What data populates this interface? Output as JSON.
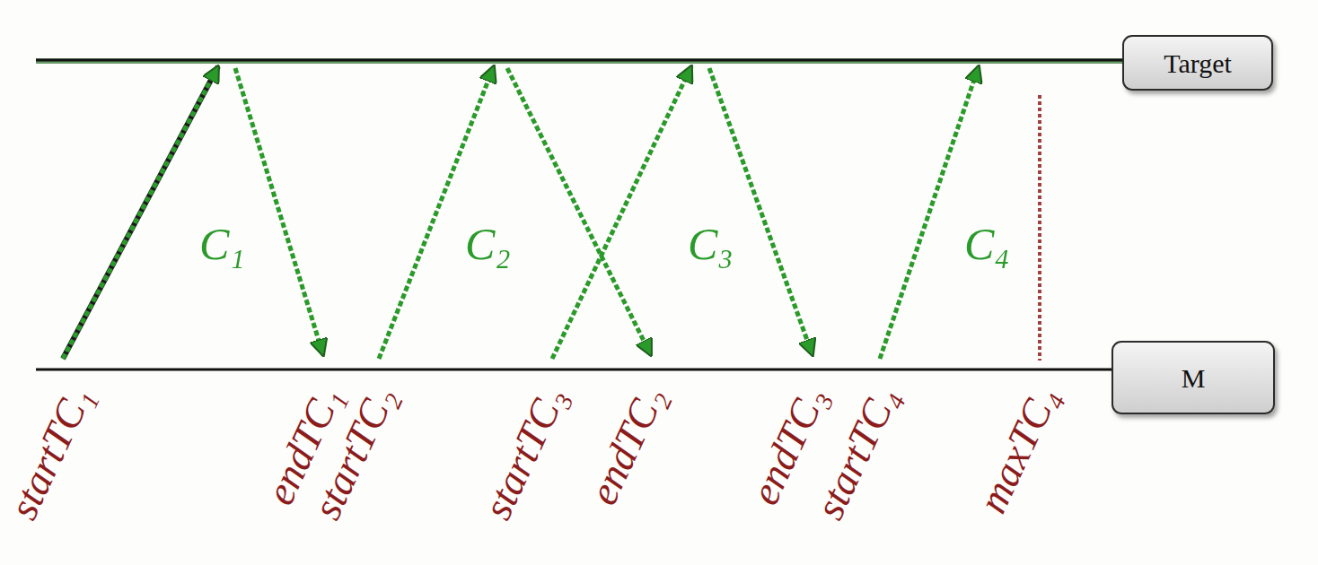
{
  "diagram": {
    "nodes": [
      {
        "text": [
          "Target"
        ]
      },
      {
        "text": [
          "M"
        ]
      }
    ],
    "labels": [
      "C₁",
      "C₂",
      "C₃",
      "C₄",
      "startTC₁",
      "endTC₁",
      "startTC₂",
      "startTC₃",
      "endTC₂",
      "endTC₃",
      "startTC₄",
      "maxTC₄"
    ]
  }
}
